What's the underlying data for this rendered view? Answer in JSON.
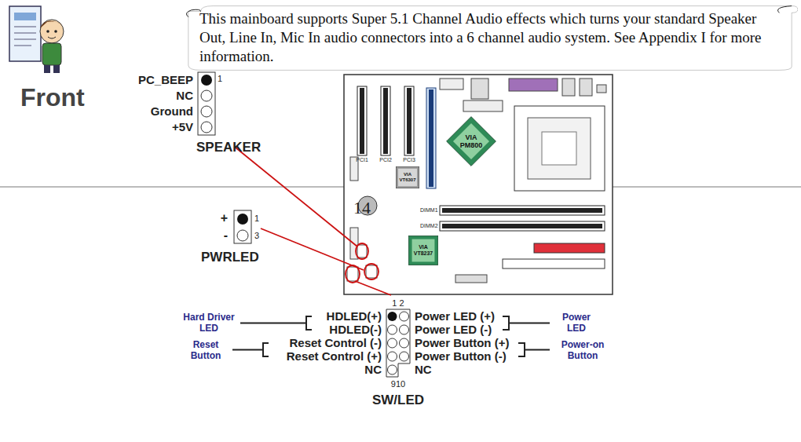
{
  "diagram": {
    "nodes": [
      {
        "text": [
          "This mainboard supports Super 5.1 Channel Audio effects which turns your standard Speaker Out, Line In, Mic In audio connectors into a 6 channel audio system. See Appendix I for more information."
        ]
      },
      {
        "text": [
          "VIA PM800"
        ]
      },
      {
        "text": [
          "VIA VT8237"
        ]
      },
      {
        "text": [
          "VIA VT6307"
        ]
      }
    ],
    "labels": [
      "Front",
      "PC_BEEP",
      "NC",
      "Ground",
      "+5V",
      "1",
      "SPEAKER",
      "+",
      "1",
      "-",
      "3",
      "PWRLED",
      "14",
      "1 2",
      "HDLED(+)",
      "HDLED(-)",
      "Reset Control (-)",
      "Reset Control (+)",
      "NC",
      "Power LED (+)",
      "Power LED (-)",
      "Power Button (+)",
      "Power Button (-)",
      "NC",
      "910",
      "SW/LED",
      "Hard Driver LED",
      "Reset Button",
      "Power LED",
      "Power-on Button",
      "PCI1",
      "PCI2",
      "PCI3",
      "DIMM1",
      "DIMM2"
    ]
  }
}
